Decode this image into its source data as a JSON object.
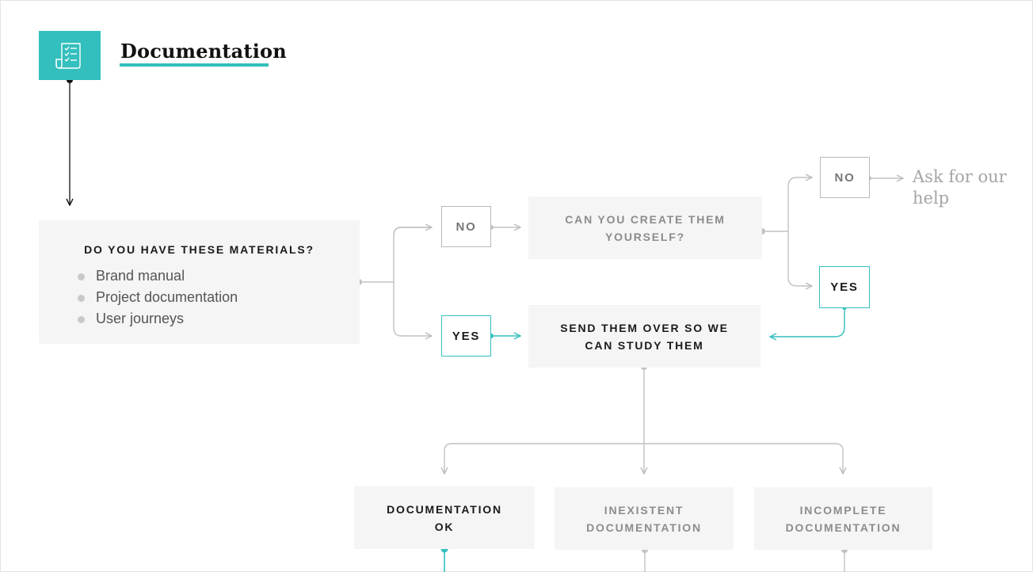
{
  "header": {
    "icon": "checklist-document-icon",
    "title": "Documentation"
  },
  "question": {
    "title": "DO YOU HAVE THESE MATERIALS?",
    "items": [
      "Brand manual",
      "Project documentation",
      "User journeys"
    ]
  },
  "branch_top": {
    "answer": "NO",
    "question": "CAN YOU CREATE THEM YOURSELF?",
    "no_answer": "NO",
    "no_result": "Ask for our help",
    "yes_answer": "YES"
  },
  "branch_bottom": {
    "answer": "YES",
    "action": "SEND THEM OVER SO WE CAN STUDY THEM"
  },
  "outcomes": [
    {
      "label": "DOCUMENTATION OK"
    },
    {
      "label": "INEXISTENT DOCUMENTATION"
    },
    {
      "label": "INCOMPLETE DOCUMENTATION"
    }
  ],
  "colors": {
    "accent": "#33bfbd",
    "box_fill": "#f5f5f5",
    "line_grey": "#c2c2c2",
    "text_dark": "#1a1a1a",
    "text_muted": "#8c8c8c"
  }
}
